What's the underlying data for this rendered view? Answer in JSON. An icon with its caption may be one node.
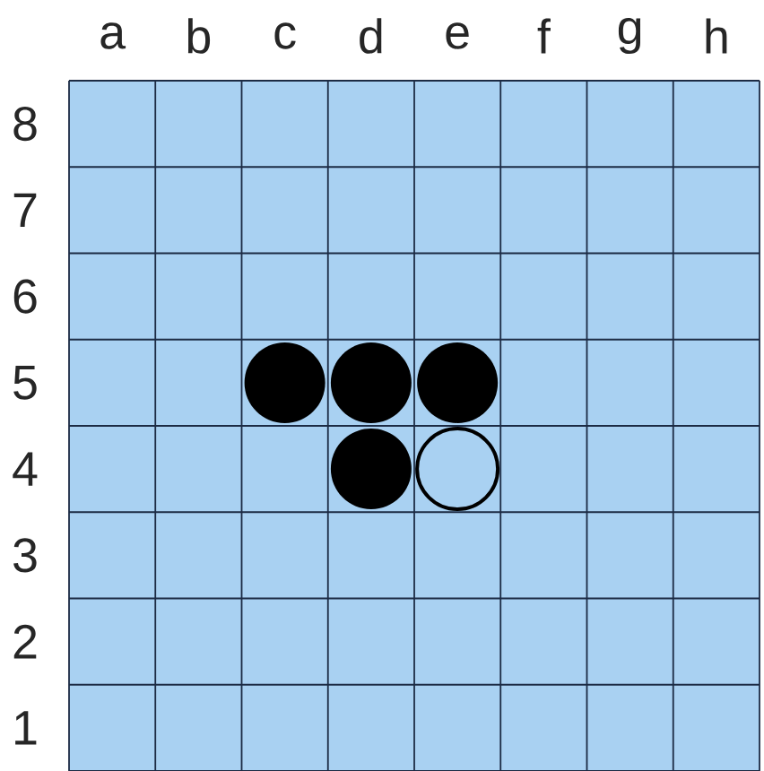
{
  "diagram": {
    "nodes": [
      {
        "text": [],
        "shape": "disc"
      },
      {
        "text": [],
        "shape": "disc"
      },
      {
        "text": [],
        "shape": "disc"
      },
      {
        "text": [],
        "shape": "disc"
      },
      {
        "text": [],
        "shape": "circle"
      }
    ],
    "labels": [
      "a",
      "b",
      "c",
      "d",
      "e",
      "f",
      "g",
      "h",
      "8",
      "7",
      "6",
      "5",
      "4",
      "3",
      "2",
      "1"
    ]
  }
}
